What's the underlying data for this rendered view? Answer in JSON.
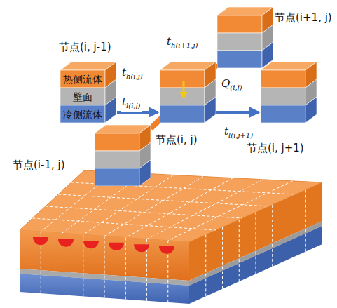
{
  "diagram": {
    "nodes": [
      {
        "text": [
          "节点(i, j-1)",
          "热侧流体",
          "壁面",
          "冷侧流体"
        ]
      },
      {
        "text": [
          "节点(i+1, j)"
        ]
      },
      {
        "text": [
          "节点(i, j)"
        ]
      },
      {
        "text": [
          "节点(i, j+1)"
        ]
      },
      {
        "text": [
          "节点(i-1, j)"
        ]
      }
    ],
    "edges": [
      {
        "from": 0,
        "to": 2,
        "arrow": "to",
        "label": "tl(i,j)"
      },
      {
        "from": 4,
        "to": 1,
        "arrow": "to",
        "label": "th(i+1,j)"
      },
      {
        "from": 2,
        "to": 3,
        "arrow": "to",
        "label": "tl(i,j+1)"
      }
    ],
    "labels": [
      "th(i,j)",
      "Q(i,j)"
    ]
  }
}
